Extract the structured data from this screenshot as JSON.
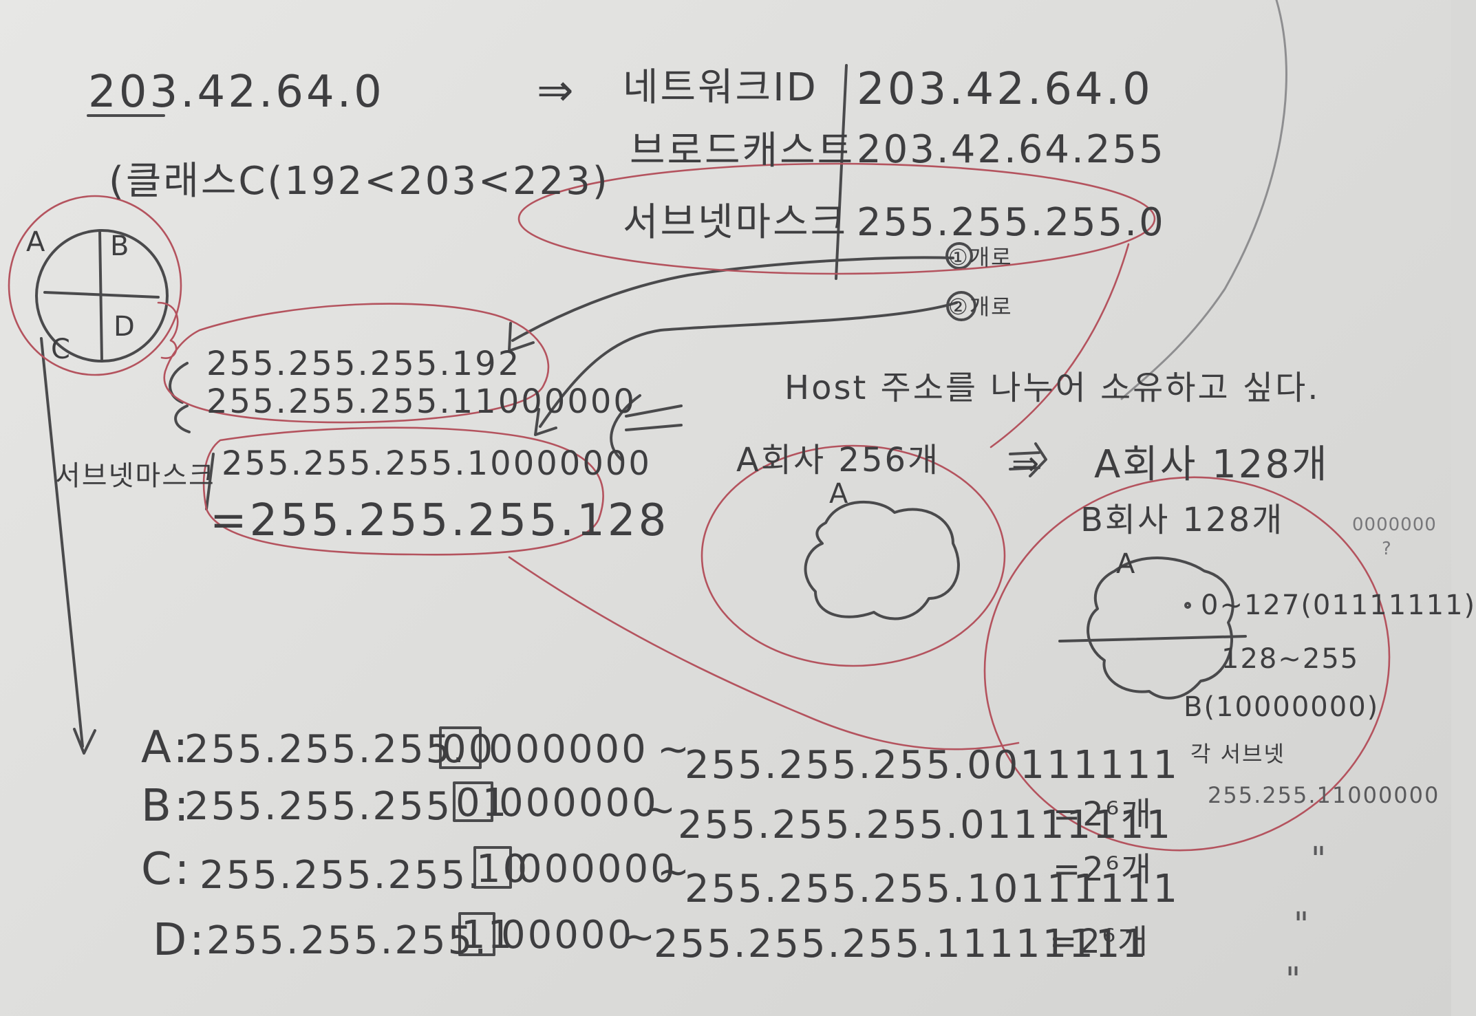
{
  "colors": {
    "pencil": "#3e3e40",
    "red_ink": "#b4535e",
    "paper": "#e3e3e1"
  },
  "top": {
    "ip": "203.42.64.0",
    "arrow": "⇒",
    "class_note": "(클래스C(192<203<223)"
  },
  "table": {
    "rows": [
      {
        "label": "네트워크ID",
        "value": "203.42.64.0"
      },
      {
        "label": "브로드캐스트",
        "value": "203.42.64.255"
      },
      {
        "label": "서브넷마스크",
        "value": "255.255.255.0"
      }
    ]
  },
  "counts": {
    "one": "①개로",
    "two": "②개로"
  },
  "quadrant": {
    "a": "A",
    "b": "B",
    "c": "C",
    "d": "D"
  },
  "masks": {
    "m192_dec": "255.255.255.192",
    "m192_bin": "255.255.255.11000000",
    "label": "서브넷마스크",
    "m128_bin": "255.255.255.10000000",
    "m128_dec": "=255.255.255.128"
  },
  "host_note": "Host 주소를 나누어 소유하고 싶다.",
  "company": {
    "a256": "A회사 256개",
    "arrow": "⇒",
    "a128": "A회사 128개",
    "b128": "B회사 128개",
    "cloud_a": "A",
    "split_a": "A",
    "range_a": "0~127(01111111)",
    "range_b": "128~255",
    "b_label": "B(10000000)",
    "each": "각 서브넷",
    "zeros": "0000000",
    "q": "?"
  },
  "subnets": [
    {
      "label": "A:",
      "start": "255.255.255.",
      "bits": "00",
      "rest": "000000",
      "tilde": "~",
      "end": "255.255.255.00111111",
      "count": ""
    },
    {
      "label": "B:",
      "start": "255.255.255",
      "bits": "01",
      "rest": "000000",
      "tilde": "~",
      "end": "255.255.255.01111111",
      "count": "=2⁶개"
    },
    {
      "label": "C:",
      "start": "255.255.255.",
      "bits": "10",
      "rest": "000000",
      "tilde": "~",
      "end": "255.255.255.10111111",
      "count": "=2⁶개"
    },
    {
      "label": "D:",
      "start": "255.255.255.",
      "bits": "11",
      "rest": "00000",
      "tilde": "~",
      "end": "255.255.255.11111111",
      "count": "=2⁶개"
    }
  ],
  "side": {
    "mask": "255.255.11000000",
    "ditto1": "\"",
    "ditto2": "\"",
    "ditto3": "\""
  }
}
